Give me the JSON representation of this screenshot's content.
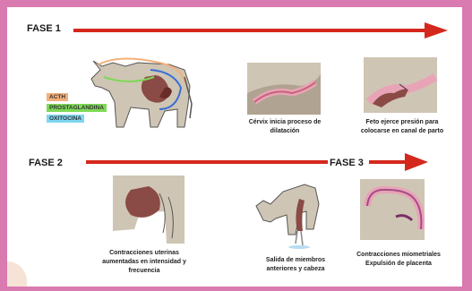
{
  "phases": {
    "phase1": "FASE 1",
    "phase2": "FASE 2",
    "phase3": "FASE 3"
  },
  "hormones": {
    "acth": "ACTH",
    "prostaglandina": "PROSTAGLANDINA",
    "oxitocina": "OXITOCINA"
  },
  "captions": {
    "cervix": "Cérvix inicia proceso de dilatación",
    "feto": "Feto ejerce presión para colocarse en canal de parto",
    "contracciones": "Contracciones uterinas aumentadas en intensidad y frecuencia",
    "salida": "Salida de miembros anteriores y cabeza",
    "miometriales": "Contracciones miometriales Expulsión de placenta"
  },
  "colors": {
    "arrow": "#d4281c",
    "acth": "#f3b07a",
    "prostaglandina": "#7ed957",
    "oxitocina": "#7fd6f0",
    "background": "#d97ab0"
  }
}
